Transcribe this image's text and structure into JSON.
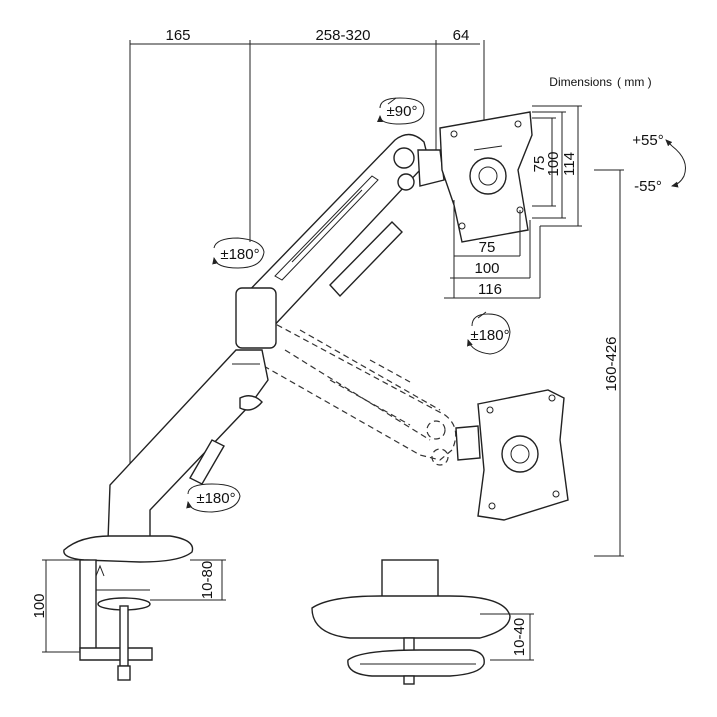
{
  "dimensions": {
    "arm_reach_base": "165",
    "arm_reach_extension": "258-320",
    "head_offset": "64",
    "units_title": "Dimensions",
    "units": "( mm )",
    "vesa_h_small": "75",
    "vesa_h_mid": "100",
    "vesa_h_large": "116",
    "vesa_v_small": "75",
    "vesa_v_mid": "100",
    "vesa_v_large": "114",
    "height_range": "160-426",
    "clamp_height": "100",
    "clamp_range": "10-80",
    "grommet_range": "10-40"
  },
  "rotations": {
    "head_swivel": "±90°",
    "upper_arm": "±180°",
    "panel_rotation": "±180°",
    "base_rotation": "±180°",
    "tilt_up": "+55°",
    "tilt_down": "-55°"
  },
  "colors": {
    "line": "#222222",
    "background": "#ffffff"
  }
}
